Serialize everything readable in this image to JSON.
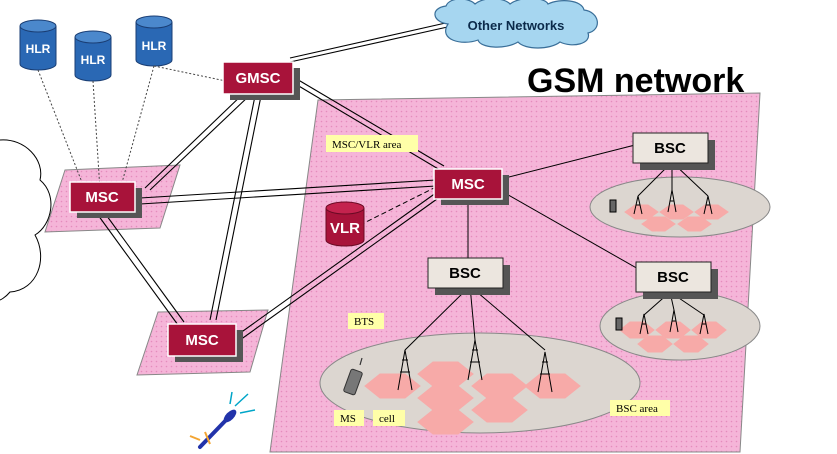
{
  "title": "GSM network",
  "cloud_label": "Other Networks",
  "hlr_labels": [
    "HLR",
    "HLR",
    "HLR"
  ],
  "gmsc_label": "GMSC",
  "msc_labels": [
    "MSC",
    "MSC",
    "MSC"
  ],
  "vlr_label": "VLR",
  "bsc_labels": [
    "BSC",
    "BSC",
    "BSC"
  ],
  "area_labels": {
    "msc_vlr_area": "MSC/VLR area",
    "bts": "BTS",
    "ms": "MS",
    "cell": "cell",
    "bsc_area": "BSC area"
  },
  "colors": {
    "msc_fill": "#a8133a",
    "bsc_fill": "#ece6df",
    "area_fill": "#f5b5d8",
    "hlr_fill": "#2a68b4",
    "cloud_fill": "#a6d6f0",
    "label_fill": "#ffffa8",
    "hex_fill": "#f7aaa8",
    "ellipse_fill": "#dcd6d0"
  }
}
